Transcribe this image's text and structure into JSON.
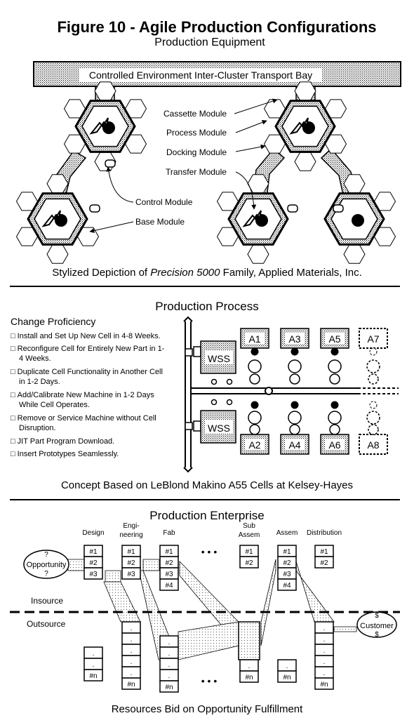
{
  "figure_title": "Figure 10 - Agile Production Configurations",
  "equipment": {
    "heading": "Production Equipment",
    "transport_bay": "Controlled Environment Inter-Cluster Transport Bay",
    "labels": {
      "cassette": "Cassette Module",
      "process": "Process Module",
      "docking": "Docking Module",
      "transfer": "Transfer Module",
      "control": "Control Module",
      "base": "Base Module"
    },
    "caption_pre": "Stylized Depiction of ",
    "caption_italic": "Precision 5000",
    "caption_post": " Family, Applied Materials, Inc."
  },
  "process": {
    "heading": "Production Process",
    "subheading": "Change Proficiency",
    "bullets": [
      {
        "first": "Install and Set Up New Cell in 4-8 Weeks.",
        "second": ""
      },
      {
        "first": "Reconfigure Cell for Entirely New Part in 1-",
        "second": "4 Weeks."
      },
      {
        "first": "Duplicate Cell Functionality in Another Cell",
        "second": "in 1-2 Days."
      },
      {
        "first": "Add/Calibrate New Machine in 1-2 Days",
        "second": "While Cell Operates."
      },
      {
        "first": "Remove or Service Machine without Cell",
        "second": "Disruption."
      },
      {
        "first": "JIT Part Program Download.",
        "second": ""
      },
      {
        "first": "Insert Prototypes Seamlessly.",
        "second": ""
      }
    ],
    "wss": "WSS",
    "machines_top": [
      "A1",
      "A3",
      "A5",
      "A7"
    ],
    "machines_bottom": [
      "A2",
      "A4",
      "A6",
      "A8"
    ],
    "caption": "Concept Based on LeBlond Makino A55 Cells at Kelsey-Hayes"
  },
  "enterprise": {
    "heading": "Production Enterprise",
    "columns": [
      {
        "line1": "Design",
        "line2": ""
      },
      {
        "line1": "Engi-",
        "line2": "neering"
      },
      {
        "line1": "Fab",
        "line2": ""
      },
      {
        "line1": "Sub",
        "line2": "Assem"
      },
      {
        "line1": "Assem",
        "line2": ""
      },
      {
        "line1": "Distribution",
        "line2": ""
      }
    ],
    "opportunity": "Opportunity",
    "question": "?",
    "customer": "Customer",
    "dollar": "$",
    "insource": "Insource",
    "outsource": "Outsource",
    "ellipsis": "• • •",
    "dot": ".",
    "r1": "#1",
    "r2": "#2",
    "r3": "#3",
    "r4": "#4",
    "rn": "#n",
    "caption": "Resources  Bid on Opportunity Fulfillment"
  }
}
